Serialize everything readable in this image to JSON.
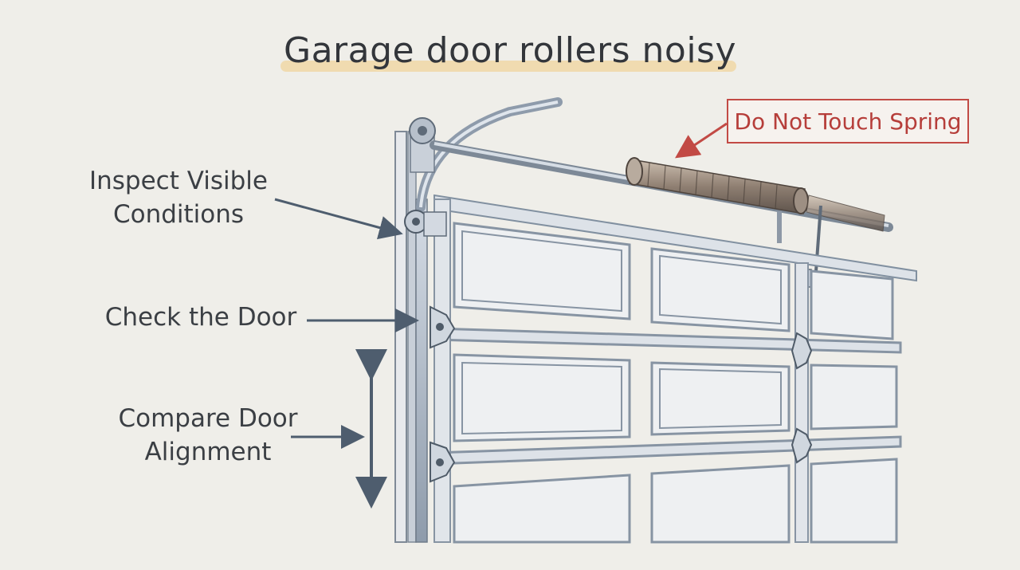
{
  "title": "Garage door rollers noisy",
  "labels": {
    "inspect": "Inspect Visible Conditions",
    "check": "Check the Door",
    "compare": "Compare Door Alignment"
  },
  "warning": "Do Not Touch Spring",
  "colors": {
    "background": "#efeee9",
    "warning": "#c24a45",
    "highlight": "#f0d7a6",
    "steel": "#9aa7b6",
    "arrow": "#4e5d6e"
  }
}
